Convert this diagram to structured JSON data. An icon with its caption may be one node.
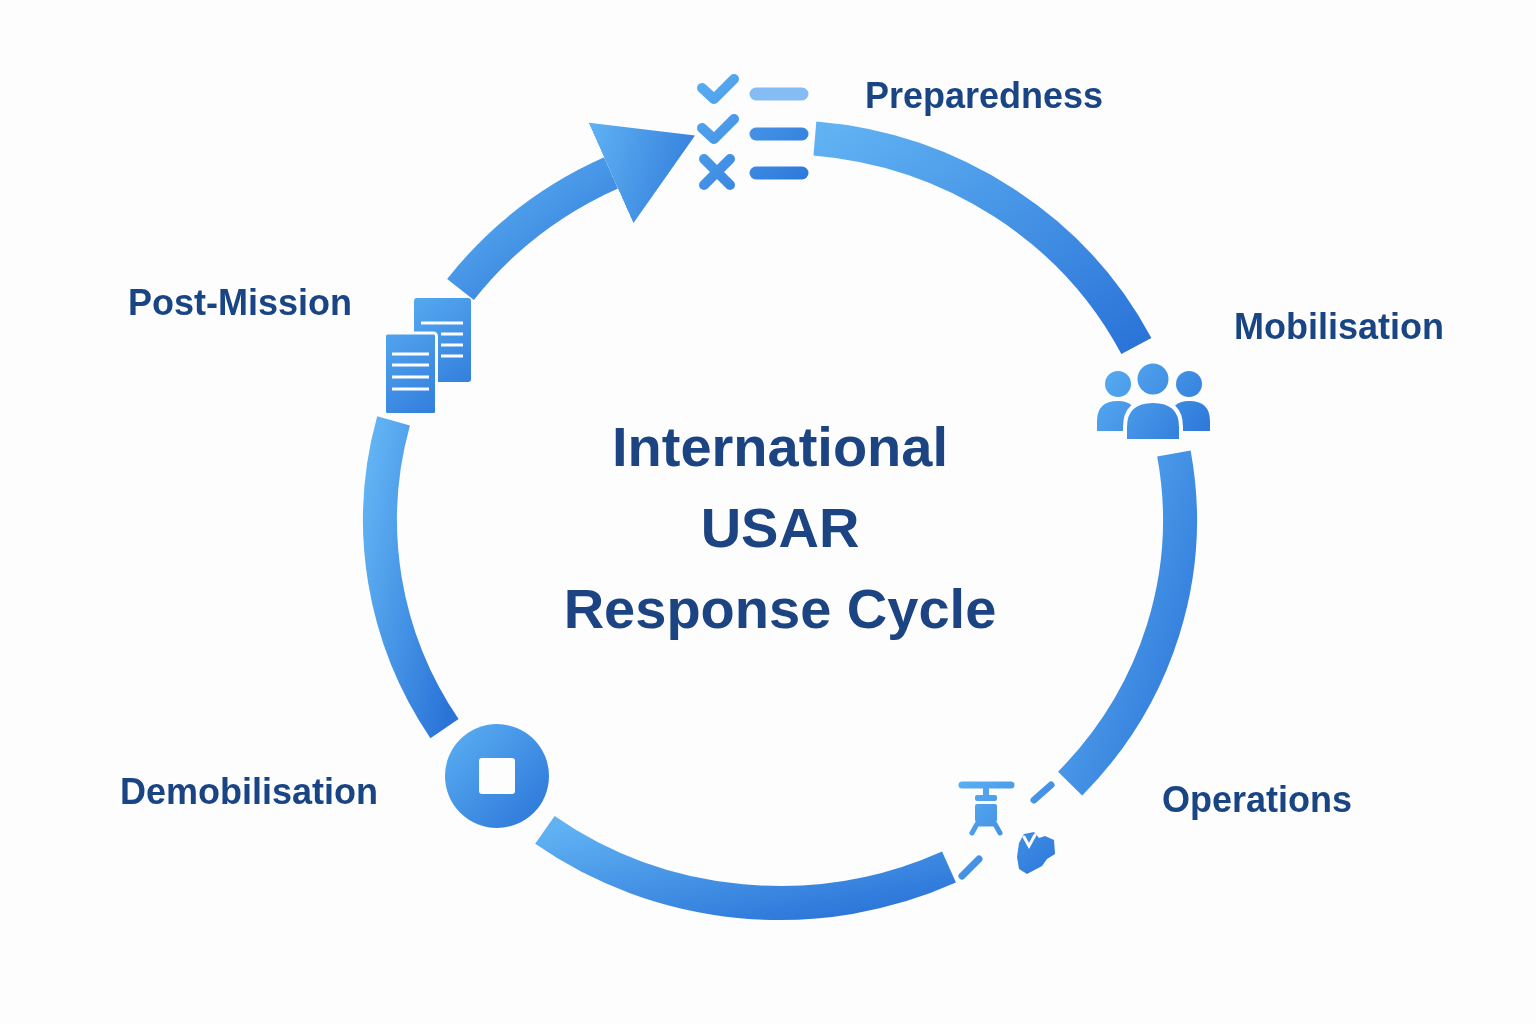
{
  "diagram": {
    "title": "International USAR Response Cycle",
    "nodes": [
      {
        "text": [],
        "shape": "picture",
        "beside": [
          "Preparedness"
        ]
      },
      {
        "text": [],
        "shape": "picture",
        "beside": [
          "Mobilisation"
        ]
      },
      {
        "text": [],
        "shape": "picture",
        "beside": [
          "Operations"
        ]
      },
      {
        "text": [],
        "shape": "picture",
        "beside": [
          "Demobilisation"
        ]
      },
      {
        "text": [],
        "shape": "picture",
        "beside": [
          "Post-Mission"
        ]
      }
    ],
    "edges": [
      {
        "from": 0,
        "to": 1,
        "arrow": "none"
      },
      {
        "from": 1,
        "to": 2,
        "arrow": "none"
      },
      {
        "from": 2,
        "to": 3,
        "arrow": "none"
      },
      {
        "from": 3,
        "to": 4,
        "arrow": "none"
      },
      {
        "from": 4,
        "to": 0,
        "arrow": "to"
      }
    ]
  }
}
